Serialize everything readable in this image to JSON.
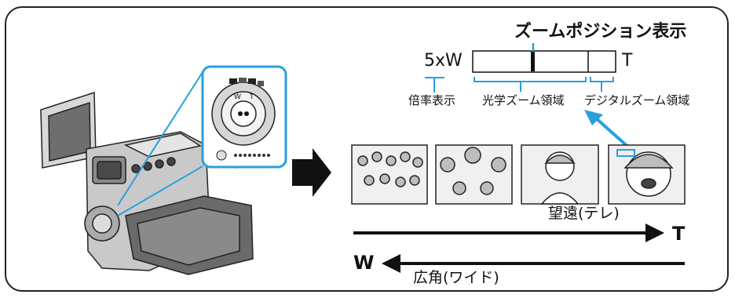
{
  "title": "ズームポジション表示",
  "zoom_indicator": {
    "magnification": "5xW",
    "tele_mark": "T",
    "magnification_label": "倍率表示",
    "optical_label": "光学ズーム領域",
    "digital_label": "デジタルズーム領域"
  },
  "direction": {
    "tele_label": "望遠(テレ)",
    "tele_letter": "T",
    "wide_label": "広角(ワイド)",
    "wide_letter": "W"
  },
  "camera_panel": {
    "dial_w": "W",
    "dial_t": "T"
  },
  "colors": {
    "accent": "#29a0dc",
    "line": "#111111",
    "arrow": "#111111"
  }
}
